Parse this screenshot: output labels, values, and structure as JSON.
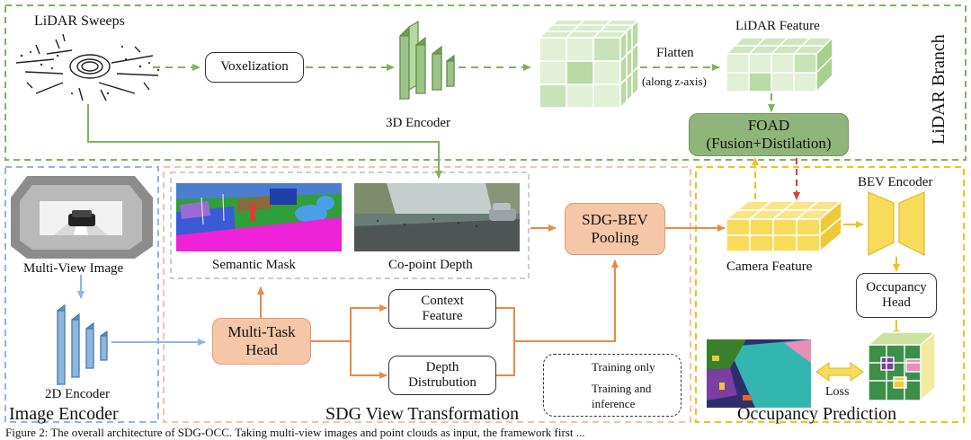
{
  "lidar_branch": {
    "title": "LiDAR Branch",
    "sweeps_label": "LiDAR Sweeps",
    "voxelization": "Voxelization",
    "encoder_3d": "3D Encoder",
    "flatten": "Flatten",
    "flatten_axis": "(along z-axis)",
    "feature_label": "LiDAR Feature",
    "foad_line1": "FOAD",
    "foad_line2": "(Fusion+Distilation)"
  },
  "image_encoder": {
    "title": "Image Encoder",
    "multi_view": "Multi-View Image",
    "encoder_2d": "2D Encoder"
  },
  "sdg_view": {
    "title": "SDG View Transformation",
    "semantic_mask": "Semantic Mask",
    "copoint_depth": "Co-point Depth",
    "multi_task_line1": "Multi-Task",
    "multi_task_line2": "Head",
    "context_line1": "Context",
    "context_line2": "Feature",
    "depth_line1": "Depth",
    "depth_line2": "Distrubution",
    "pool_line1": "SDG-BEV",
    "pool_line2": "Pooling"
  },
  "legend": {
    "training_only": "Training only",
    "training_inference_line1": "Training and",
    "training_inference_line2": "inference"
  },
  "occupancy": {
    "title": "Occupancy Prediction",
    "camera_feature": "Camera Feature",
    "bev_encoder": "BEV Encoder",
    "head_line1": "Occupancy",
    "head_line2": "Head",
    "loss": "Loss"
  },
  "caption": "Figure 2:  The overall architecture of SDG-OCC. Taking multi-view images and point clouds as input, the framework first ...",
  "colors": {
    "lidar_line": "#7fb35e",
    "camera_line": "#ea8a46",
    "occupancy_line": "#f1c21b",
    "foad_green": "#8fb57a",
    "camera_feature_yellow": "#f7dc5c",
    "encoder_blue": "#8fb6e3",
    "training_red": "#e53935"
  }
}
